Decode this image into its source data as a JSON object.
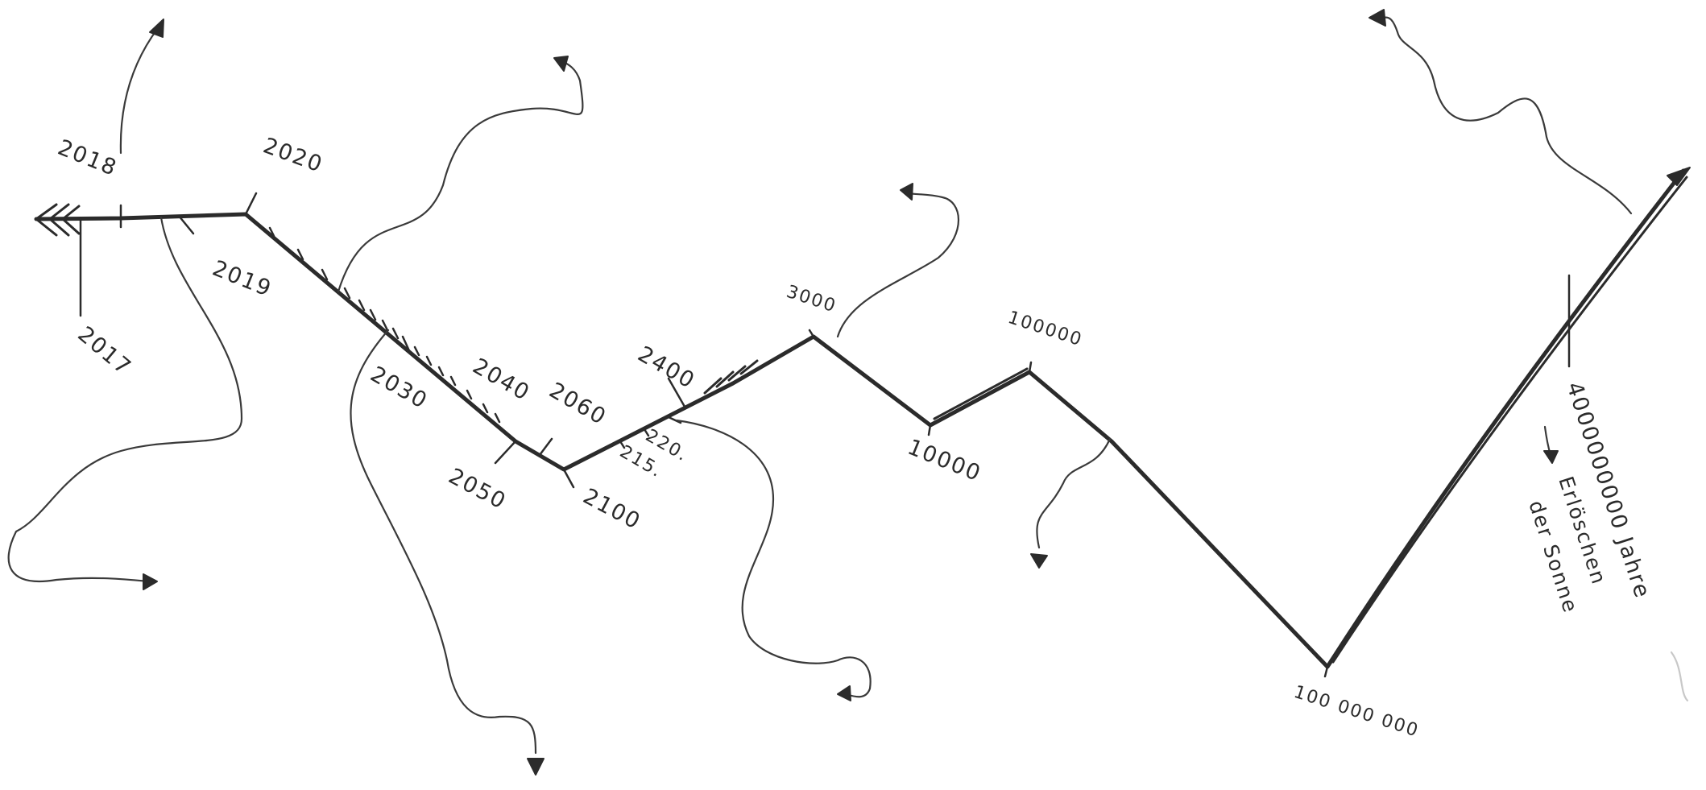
{
  "timeline_labels": {
    "y2017": "2017",
    "y2018": "2018",
    "y2019": "2019",
    "y2020": "2020",
    "y2030": "2030",
    "y2040": "2040",
    "y2050": "2050",
    "y2060": "2060",
    "y2100": "2100",
    "y2150": "215.",
    "y2200": "220.",
    "y2400": "2400",
    "y3000": "3000",
    "y10000": "10000",
    "y100000": "100000",
    "y100000000": "100 000 000",
    "y4000000000": "4000000000 Jahre"
  },
  "annotation": {
    "line1": "Erlöschen",
    "line2": "der Sonne"
  },
  "colors": {
    "ink": "#2b2b2b",
    "paper": "#ffffff"
  }
}
